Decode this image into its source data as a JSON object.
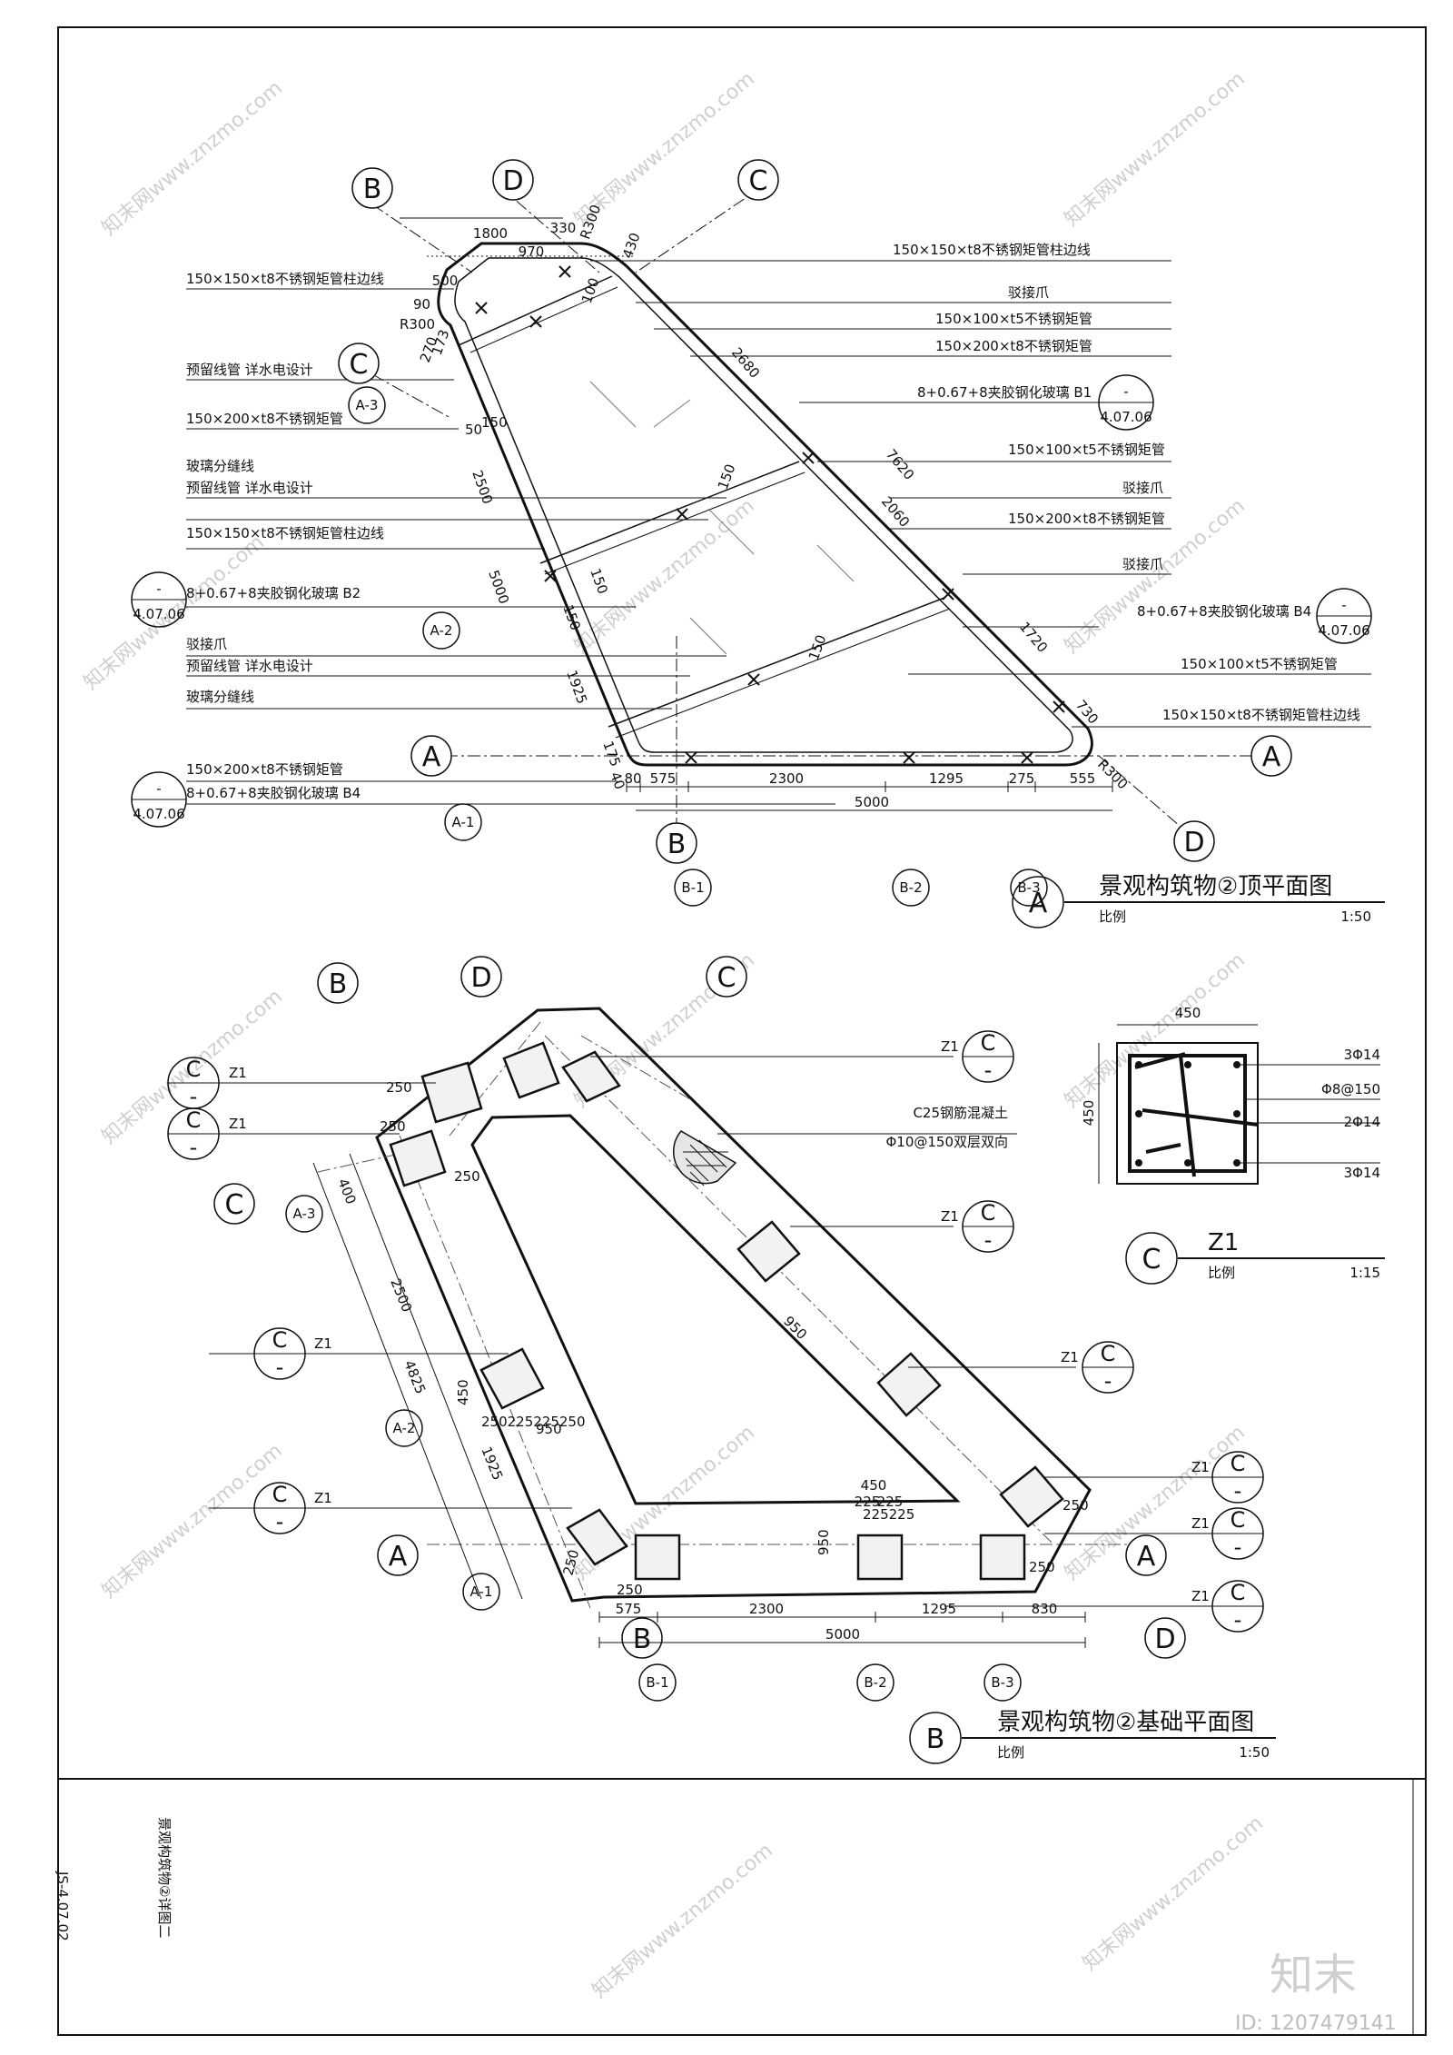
{
  "top_plan": {
    "title": "景观构筑物②顶平面图",
    "scale_label": "比例",
    "scale_value": "1:50",
    "title_marker": "A",
    "left_labels": [
      "150×150×t8不锈钢矩管柱边线",
      "预留线管 详水电设计",
      "150×200×t8不锈钢矩管",
      "玻璃分缝线",
      "预留线管 详水电设计",
      "150×150×t8不锈钢矩管柱边线",
      "8+0.67+8夹胶钢化玻璃 B2",
      "驳接爪",
      "预留线管 详水电设计",
      "玻璃分缝线",
      "150×200×t8不锈钢矩管",
      "8+0.67+8夹胶钢化玻璃 B4"
    ],
    "right_labels": [
      "150×150×t8不锈钢矩管柱边线",
      "驳接爪",
      "150×100×t5不锈钢矩管",
      "150×200×t8不锈钢矩管",
      "8+0.67+8夹胶钢化玻璃 B1",
      "150×100×t5不锈钢矩管",
      "驳接爪",
      "150×200×t8不锈钢矩管",
      "驳接爪",
      "8+0.67+8夹胶钢化玻璃 B4",
      "150×100×t5不锈钢矩管",
      "150×150×t8不锈钢矩管柱边线"
    ],
    "refs": [
      "4.07.06",
      "4.07.06",
      "4.07.06",
      "4.07.06"
    ],
    "ref_dash": "-",
    "axes": [
      "B",
      "D",
      "C",
      "C",
      "A",
      "A",
      "B",
      "D",
      "B-1",
      "B-2",
      "B-3",
      "A-1",
      "A-2",
      "A-3"
    ],
    "dims_bottom": [
      "80",
      "575",
      "2300",
      "1295",
      "275",
      "555"
    ],
    "dim_total": "5000",
    "dims_top": [
      "1800",
      "500",
      "970",
      "330",
      "R300",
      "430"
    ],
    "dims_misc": [
      "R300",
      "90",
      "270",
      "173",
      "2680",
      "7620",
      "2060",
      "1720",
      "730",
      "R300",
      "5000",
      "2500",
      "1925",
      "175",
      "40",
      "50",
      "150",
      "150",
      "150",
      "150",
      "150",
      "100"
    ]
  },
  "found_plan": {
    "title": "景观构筑物②基础平面图",
    "scale_label": "比例",
    "scale_value": "1:50",
    "title_marker": "B",
    "z1_label": "Z1",
    "c_mark": "C",
    "dash": "-",
    "concrete_note1": "C25钢筋混凝土",
    "concrete_note2": "Φ10@150双层双向",
    "axes": [
      "B",
      "D",
      "C",
      "C",
      "A",
      "A",
      "B",
      "D",
      "B-1",
      "B-2",
      "B-3",
      "A-1",
      "A-2",
      "A-3"
    ],
    "dims_bottom": [
      "575",
      "2300",
      "1295",
      "830"
    ],
    "dim_total": "5000",
    "dims_left": [
      "400",
      "2500",
      "4825",
      "1925"
    ],
    "dims_misc": [
      "450",
      "225",
      "225",
      "950",
      "250",
      "250",
      "250",
      "250",
      "250",
      "250",
      "950",
      "450",
      "250225225250",
      "950",
      "225225",
      "250"
    ]
  },
  "z1_section": {
    "title": "Z1",
    "title_marker": "C",
    "scale_label": "比例",
    "scale_value": "1:15",
    "width_dim": "450",
    "height_dim": "450",
    "rebar": [
      "3Φ14",
      "Φ8@150",
      "2Φ14",
      "3Φ14"
    ]
  },
  "title_block": {
    "drawing_name": "景观构筑物②详图二",
    "drawing_no": "JS-4.07.02"
  },
  "watermark": {
    "brand": "知末",
    "id_text": "ID: 1207479141",
    "tile_text": "知末网www.znzmo.com"
  }
}
